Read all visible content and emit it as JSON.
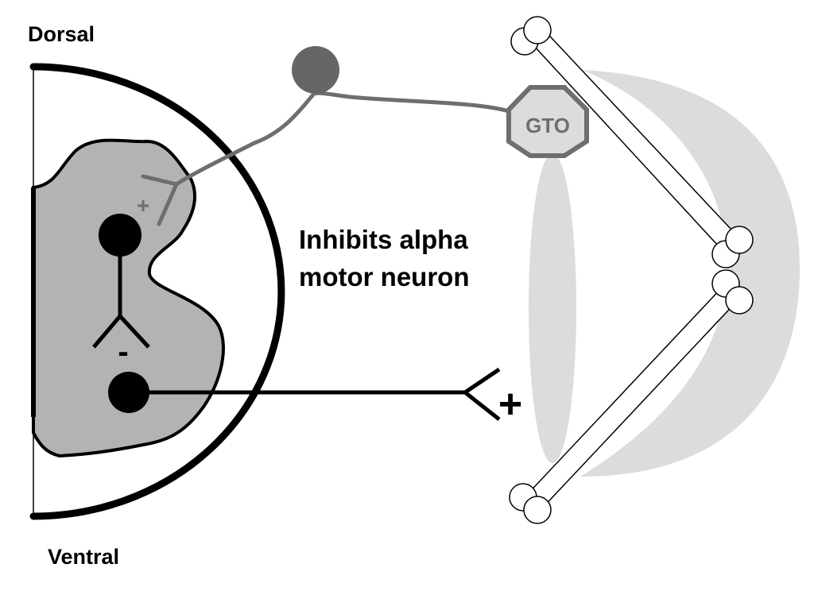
{
  "labels": {
    "dorsal": "Dorsal",
    "ventral": "Ventral",
    "inhibits_line1": "Inhibits alpha",
    "inhibits_line2": "motor neuron",
    "gto": "GTO"
  },
  "signs": {
    "afferent_synapse": "+",
    "inhibitory_synapse": "-",
    "muscle_synapse": "+"
  },
  "colors": {
    "outline": "#000000",
    "grey_matter": "#b3b3b3",
    "afferent": "#6e6e6e",
    "sensory_soma": "#666666",
    "muscle": "#dcdcdc",
    "bone_fill": "#ffffff"
  }
}
